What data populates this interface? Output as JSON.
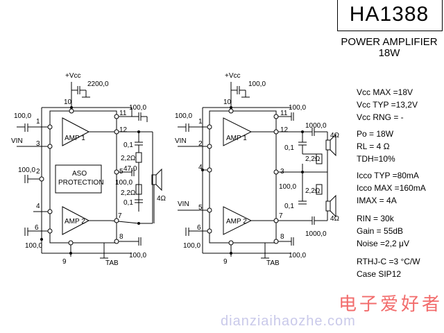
{
  "title": "HA1388",
  "subtitle1": "POWER AMPLIFIER",
  "subtitle2": "18W",
  "specs": [
    "Vcc MAX =18V",
    "Vcc TYP =13,2V",
    "Vcc RNG = -",
    "Po = 18W",
    "RL = 4 Ω",
    "TDH=10%",
    "Icco TYP =80mA",
    "Icco MAX =160mA",
    "IMAX = 4A",
    "RIN = 30k",
    "Gain = 55dB",
    "Noise =2,2 μV",
    "RTHJ-C =3 °C/W",
    "Case SIP12"
  ],
  "watermark_cn": "电子爱好者",
  "watermark_url": "dianziaihaozhe.com",
  "left_circuit": {
    "vcc": "+Vcc",
    "cap_vcc": "2200,0",
    "amp1": "AMP 1",
    "amp2": "AMP 2",
    "aso": [
      "ASO",
      "PROTECTION"
    ],
    "pins": [
      "1",
      "3",
      "2",
      "4",
      "6",
      "5",
      "7",
      "8",
      "9",
      "10",
      "11",
      "12"
    ],
    "values": [
      "100,0",
      "100,0",
      "100,0",
      "100,0",
      "100,0",
      "100,0",
      "0,1",
      "2,2Ω",
      "47,0",
      "2,2Ω",
      "0,1",
      "4Ω"
    ],
    "vin": "VIN",
    "tab": "TAB"
  },
  "right_circuit": {
    "vcc": "+Vcc",
    "cap_vcc": "100,0",
    "amp1": "AMP 1",
    "amp2": "AMP 2",
    "pins": [
      "1",
      "2",
      "4",
      "5",
      "6",
      "3",
      "7",
      "8",
      "9",
      "10",
      "11",
      "12"
    ],
    "values": [
      "100,0",
      "100,0",
      "100,0",
      "1000,0",
      "0,1",
      "2,2Ω",
      "100,0",
      "2,2Ω",
      "0,1",
      "1000,0",
      "100,0",
      "4Ω",
      "4Ω"
    ],
    "vin1": "VIN",
    "vin2": "VIN",
    "tab": "TAB"
  }
}
